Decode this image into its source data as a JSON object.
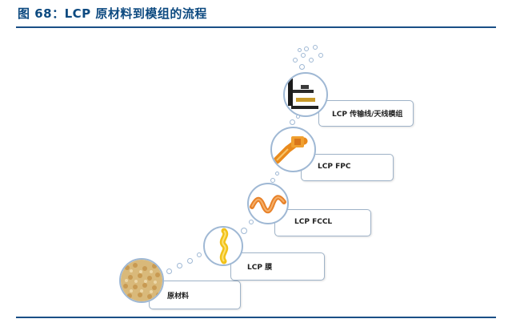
{
  "figure": {
    "title": "图 68：LCP 原材料到模组的流程"
  },
  "steps": [
    {
      "label": "原材料"
    },
    {
      "label": "LCP 膜"
    },
    {
      "label": "LCP FCCL"
    },
    {
      "label": "LCP FPC"
    },
    {
      "label": "LCP 传输线/天线模组"
    }
  ],
  "colors": {
    "title": "#0d4a80",
    "rule": "#1a4f86",
    "circle_border": "#9fb8d4",
    "card_border": "#9fb3c8"
  }
}
